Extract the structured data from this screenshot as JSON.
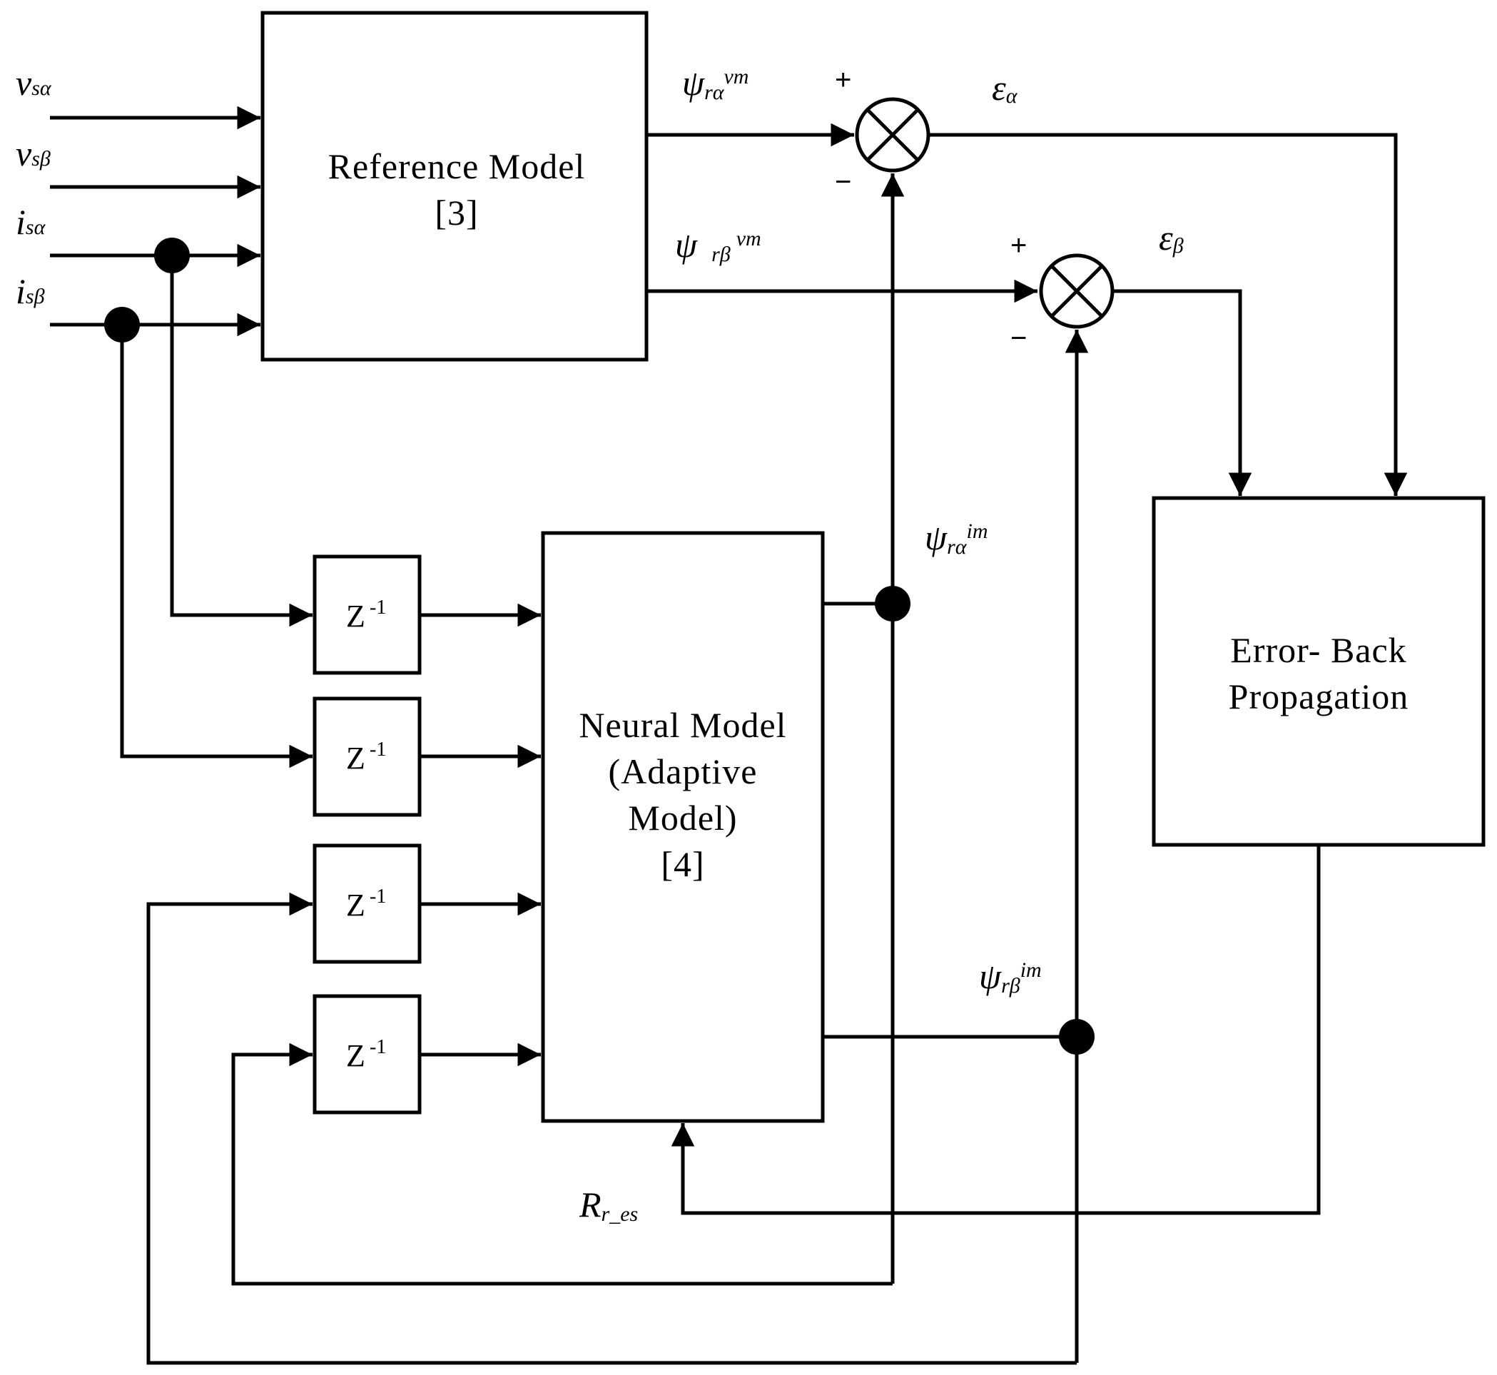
{
  "blocks": {
    "reference_model": {
      "line1": "Reference Model",
      "line2": "[3]"
    },
    "neural_model": {
      "line1": "Neural Model",
      "line2": "(Adaptive",
      "line3": "Model)",
      "line4": "[4]"
    },
    "error_back_propagation": {
      "line1": "Error- Back",
      "line2": "Propagation"
    },
    "delay": {
      "base": "Z",
      "exponent": "-1"
    }
  },
  "inputs": {
    "v_s_alpha": {
      "sym": "v",
      "sub": "sα"
    },
    "v_s_beta": {
      "sym": "v",
      "sub": "sβ"
    },
    "i_s_alpha": {
      "sym": "i",
      "sub": "sα"
    },
    "i_s_beta": {
      "sym": "i",
      "sub": "sβ"
    }
  },
  "signals": {
    "psi_r_alpha_vm": {
      "sym": "ψ",
      "sub": "rα",
      "sup": "vm"
    },
    "psi_r_beta_vm": {
      "sym": "ψ",
      "sub": "rβ",
      "sup": "vm"
    },
    "psi_r_alpha_im": {
      "sym": "ψ",
      "sub": "rα",
      "sup": "im"
    },
    "psi_r_beta_im": {
      "sym": "ψ",
      "sub": "rβ",
      "sup": "im"
    },
    "eps_alpha": {
      "sym": "ε",
      "sub": "α"
    },
    "eps_beta": {
      "sym": "ε",
      "sub": "β"
    },
    "r_r_es": {
      "sym": "R",
      "sub": "r_es"
    }
  },
  "summing_signs": {
    "plus": "+",
    "minus": "−"
  }
}
